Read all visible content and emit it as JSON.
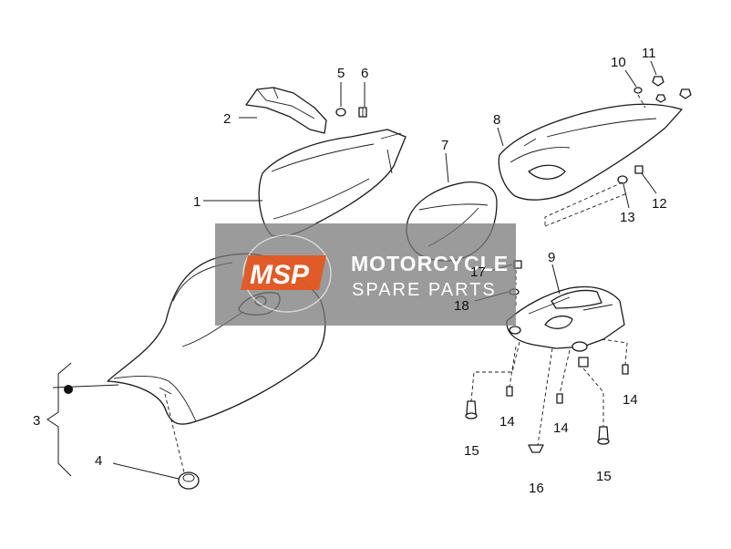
{
  "diagram": {
    "callouts": {
      "c1": "1",
      "c2": "2",
      "c3": "3",
      "c4": "4",
      "c5": "5",
      "c6": "6",
      "c7": "7",
      "c8": "8",
      "c9": "9",
      "c10": "10",
      "c11": "11",
      "c12": "12",
      "c13": "13",
      "c14a": "14",
      "c14b": "14",
      "c14c": "14",
      "c15a": "15",
      "c15b": "15",
      "c16": "16",
      "c17": "17",
      "c18": "18"
    },
    "watermark": {
      "logo": "MSP",
      "line1": "MOTORCYCLE",
      "line2": "SPARE PARTS",
      "color": "#7a7a7a",
      "logo_color": "#e8541c"
    }
  }
}
